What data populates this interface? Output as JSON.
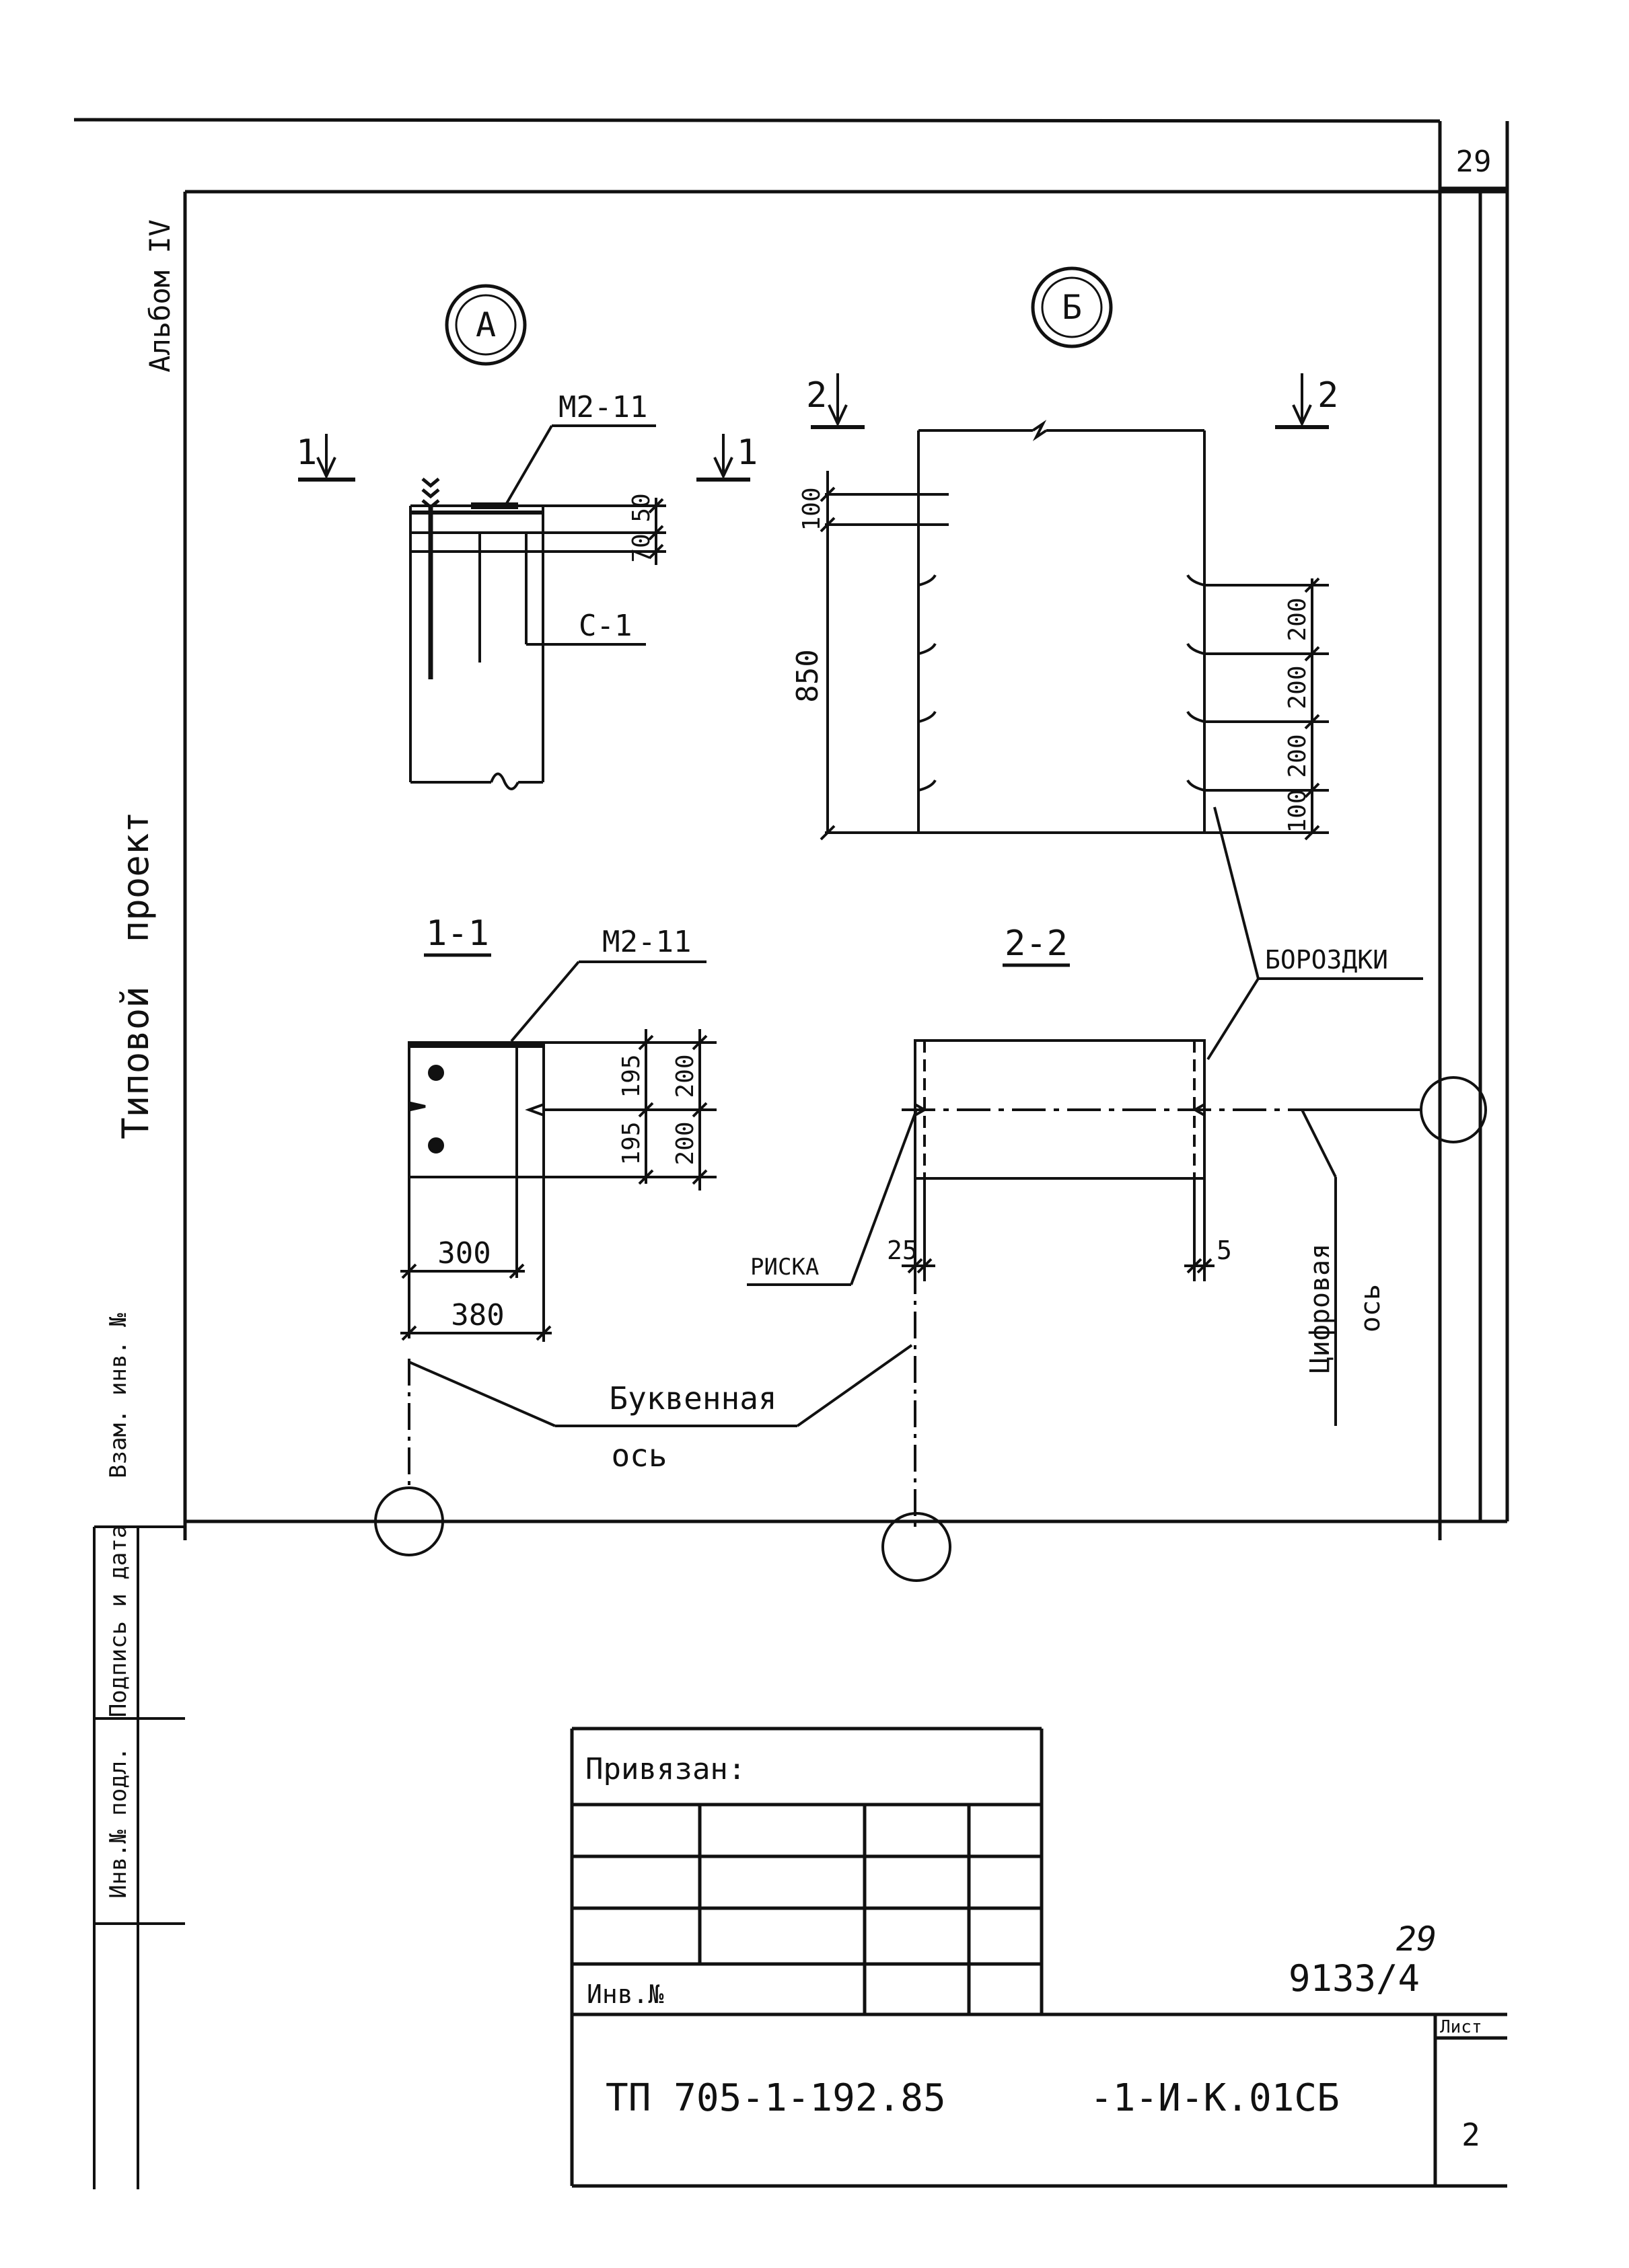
{
  "sheet": {
    "page_number": "29",
    "album": "Альбом IV",
    "side_title": "Типовой  проект",
    "stamp_column": [
      "Инв.№ подл.",
      "Подпись и дата",
      "Взам. инв. №"
    ]
  },
  "markers": {
    "a": "А",
    "b": "Б"
  },
  "view_a": {
    "section_marks": [
      "1",
      "1"
    ],
    "part_label": "М2-11",
    "rebar_label": "С-1",
    "dims": [
      "50",
      "70"
    ]
  },
  "view_b": {
    "section_marks": [
      "2",
      "2"
    ],
    "dims_left": [
      "100",
      "850"
    ],
    "dims_right": [
      "200",
      "200",
      "200",
      "100"
    ],
    "groove_label": "БОРОЗДКИ"
  },
  "section_1_1": {
    "title": "1-1",
    "part_label": "М2-11",
    "dims_v1": [
      "195",
      "195"
    ],
    "dims_v2": [
      "200",
      "200"
    ],
    "dims_h": [
      "300",
      "380"
    ]
  },
  "section_2_2": {
    "title": "2-2",
    "mark_label": "РИСКА",
    "dim_left": "25",
    "dim_right": "5",
    "digit_axis": [
      "Цифровая",
      "ось"
    ]
  },
  "letter_axis": [
    "Буквенная",
    "ось"
  ],
  "title_block": {
    "tied_label": "Привязан:",
    "inv_label": "Инв.№",
    "doc_left": "ТП 705-1-192.85",
    "doc_right": "-1-И-К.01СБ",
    "sheet_label": "Лист",
    "sheet_no": "2",
    "drawing_no": "9133/4",
    "drawing_no_sup": "29"
  },
  "colors": {
    "ink": "#111111",
    "paper": "#ffffff"
  }
}
